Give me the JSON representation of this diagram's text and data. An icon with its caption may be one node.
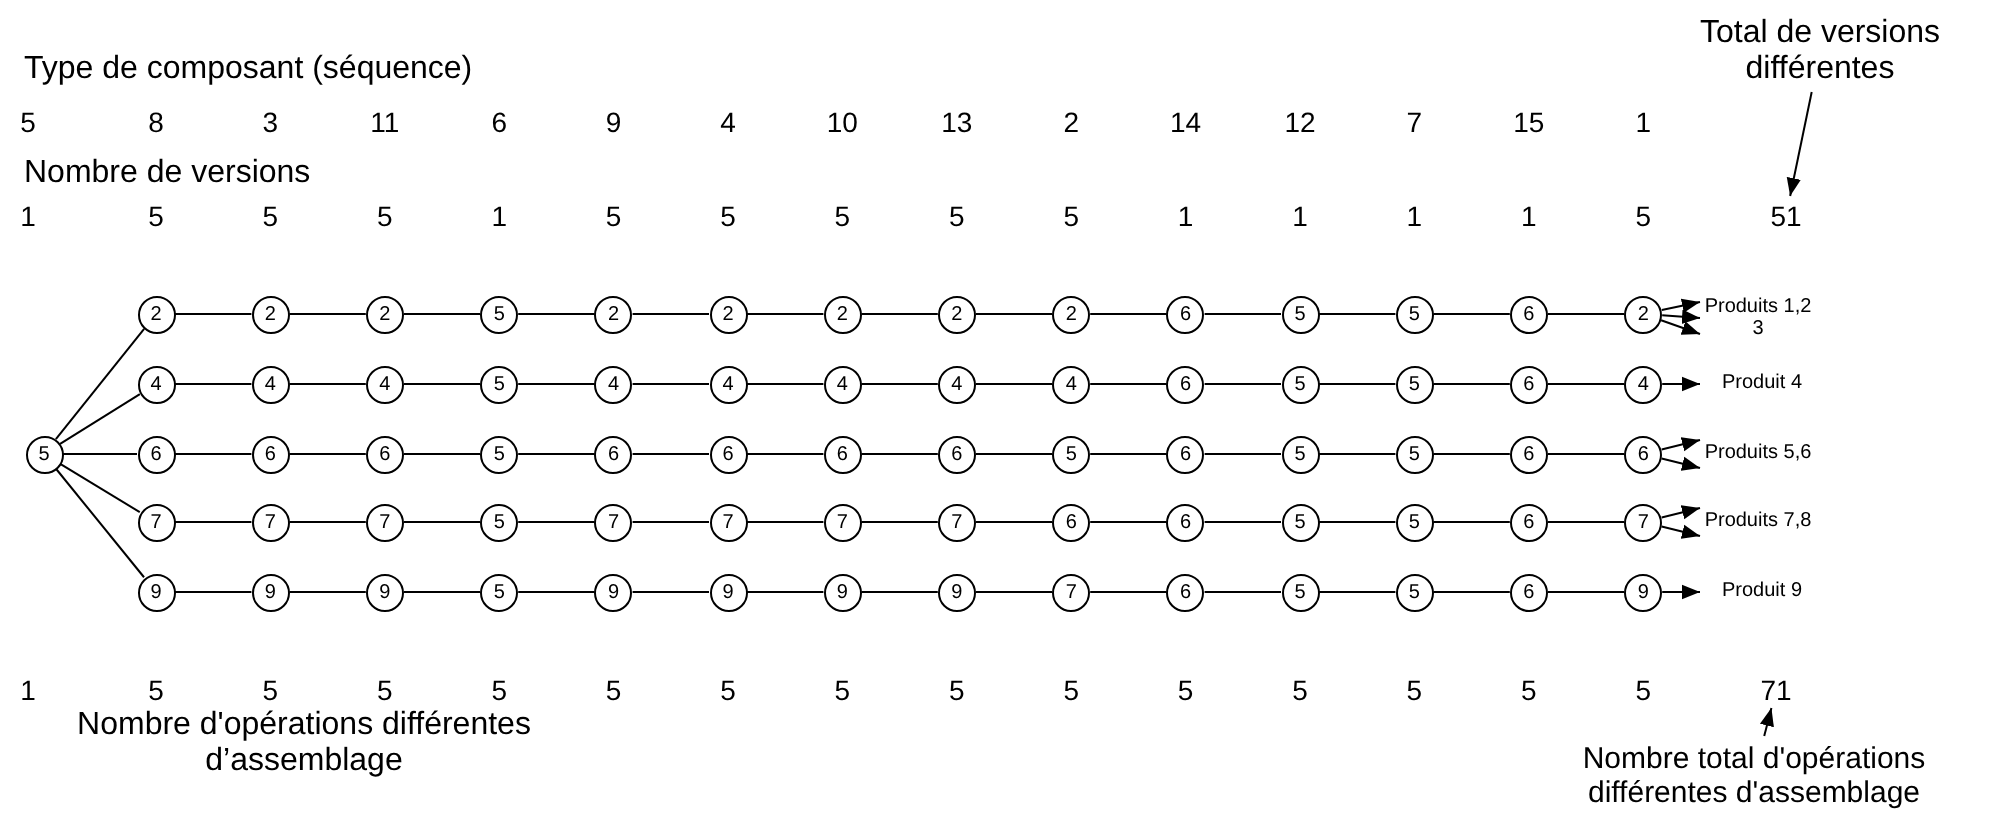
{
  "diagram": {
    "nodes": [
      {
        "text": [
          "5"
        ]
      },
      {
        "text": [
          "2"
        ]
      },
      {
        "text": [
          "2"
        ]
      },
      {
        "text": [
          "2"
        ]
      },
      {
        "text": [
          "5"
        ]
      },
      {
        "text": [
          "2"
        ]
      },
      {
        "text": [
          "2"
        ]
      },
      {
        "text": [
          "2"
        ]
      },
      {
        "text": [
          "2"
        ]
      },
      {
        "text": [
          "2"
        ]
      },
      {
        "text": [
          "6"
        ]
      },
      {
        "text": [
          "5"
        ]
      },
      {
        "text": [
          "5"
        ]
      },
      {
        "text": [
          "6"
        ]
      },
      {
        "text": [
          "2"
        ]
      },
      {
        "text": [
          "4"
        ]
      },
      {
        "text": [
          "4"
        ]
      },
      {
        "text": [
          "4"
        ]
      },
      {
        "text": [
          "5"
        ]
      },
      {
        "text": [
          "4"
        ]
      },
      {
        "text": [
          "4"
        ]
      },
      {
        "text": [
          "4"
        ]
      },
      {
        "text": [
          "4"
        ]
      },
      {
        "text": [
          "4"
        ]
      },
      {
        "text": [
          "6"
        ]
      },
      {
        "text": [
          "5"
        ]
      },
      {
        "text": [
          "5"
        ]
      },
      {
        "text": [
          "6"
        ]
      },
      {
        "text": [
          "4"
        ]
      },
      {
        "text": [
          "6"
        ]
      },
      {
        "text": [
          "6"
        ]
      },
      {
        "text": [
          "6"
        ]
      },
      {
        "text": [
          "5"
        ]
      },
      {
        "text": [
          "6"
        ]
      },
      {
        "text": [
          "6"
        ]
      },
      {
        "text": [
          "6"
        ]
      },
      {
        "text": [
          "6"
        ]
      },
      {
        "text": [
          "5"
        ]
      },
      {
        "text": [
          "6"
        ]
      },
      {
        "text": [
          "5"
        ]
      },
      {
        "text": [
          "5"
        ]
      },
      {
        "text": [
          "6"
        ]
      },
      {
        "text": [
          "6"
        ]
      },
      {
        "text": [
          "7"
        ]
      },
      {
        "text": [
          "7"
        ]
      },
      {
        "text": [
          "7"
        ]
      },
      {
        "text": [
          "5"
        ]
      },
      {
        "text": [
          "7"
        ]
      },
      {
        "text": [
          "7"
        ]
      },
      {
        "text": [
          "7"
        ]
      },
      {
        "text": [
          "7"
        ]
      },
      {
        "text": [
          "6"
        ]
      },
      {
        "text": [
          "6"
        ]
      },
      {
        "text": [
          "5"
        ]
      },
      {
        "text": [
          "5"
        ]
      },
      {
        "text": [
          "6"
        ]
      },
      {
        "text": [
          "7"
        ]
      },
      {
        "text": [
          "9"
        ]
      },
      {
        "text": [
          "9"
        ]
      },
      {
        "text": [
          "9"
        ]
      },
      {
        "text": [
          "5"
        ]
      },
      {
        "text": [
          "9"
        ]
      },
      {
        "text": [
          "9"
        ]
      },
      {
        "text": [
          "9"
        ]
      },
      {
        "text": [
          "9"
        ]
      },
      {
        "text": [
          "7"
        ]
      },
      {
        "text": [
          "6"
        ]
      },
      {
        "text": [
          "5"
        ]
      },
      {
        "text": [
          "5"
        ]
      },
      {
        "text": [
          "6"
        ]
      },
      {
        "text": [
          "9"
        ]
      },
      {
        "text": [
          "Produits 1,2 3"
        ]
      },
      {
        "text": [
          "Produit 4"
        ]
      },
      {
        "text": [
          "Produits 5,6"
        ]
      },
      {
        "text": [
          "Produits 7,8"
        ]
      },
      {
        "text": [
          "Produit 9"
        ]
      },
      {
        "text": [
          "Total de versions différentes"
        ]
      },
      {
        "text": [
          "51"
        ]
      },
      {
        "text": [
          "71"
        ]
      },
      {
        "text": [
          "Nombre total d'opérations différentes d'assemblage"
        ]
      }
    ],
    "edges": [
      {
        "from": 0,
        "to": 1,
        "arrow": "none"
      },
      {
        "from": 0,
        "to": 15,
        "arrow": "none"
      },
      {
        "from": 0,
        "to": 29,
        "arrow": "none"
      },
      {
        "from": 0,
        "to": 43,
        "arrow": "none"
      },
      {
        "from": 0,
        "to": 57,
        "arrow": "none"
      },
      {
        "from": 1,
        "to": 2,
        "arrow": "none"
      },
      {
        "from": 2,
        "to": 3,
        "arrow": "none"
      },
      {
        "from": 3,
        "to": 4,
        "arrow": "none"
      },
      {
        "from": 4,
        "to": 5,
        "arrow": "none"
      },
      {
        "from": 5,
        "to": 6,
        "arrow": "none"
      },
      {
        "from": 6,
        "to": 7,
        "arrow": "none"
      },
      {
        "from": 7,
        "to": 8,
        "arrow": "none"
      },
      {
        "from": 8,
        "to": 9,
        "arrow": "none"
      },
      {
        "from": 9,
        "to": 10,
        "arrow": "none"
      },
      {
        "from": 10,
        "to": 11,
        "arrow": "none"
      },
      {
        "from": 11,
        "to": 12,
        "arrow": "none"
      },
      {
        "from": 12,
        "to": 13,
        "arrow": "none"
      },
      {
        "from": 13,
        "to": 14,
        "arrow": "none"
      },
      {
        "from": 15,
        "to": 16,
        "arrow": "none"
      },
      {
        "from": 16,
        "to": 17,
        "arrow": "none"
      },
      {
        "from": 17,
        "to": 18,
        "arrow": "none"
      },
      {
        "from": 18,
        "to": 19,
        "arrow": "none"
      },
      {
        "from": 19,
        "to": 20,
        "arrow": "none"
      },
      {
        "from": 20,
        "to": 21,
        "arrow": "none"
      },
      {
        "from": 21,
        "to": 22,
        "arrow": "none"
      },
      {
        "from": 22,
        "to": 23,
        "arrow": "none"
      },
      {
        "from": 23,
        "to": 24,
        "arrow": "none"
      },
      {
        "from": 24,
        "to": 25,
        "arrow": "none"
      },
      {
        "from": 25,
        "to": 26,
        "arrow": "none"
      },
      {
        "from": 26,
        "to": 27,
        "arrow": "none"
      },
      {
        "from": 27,
        "to": 28,
        "arrow": "none"
      },
      {
        "from": 29,
        "to": 30,
        "arrow": "none"
      },
      {
        "from": 30,
        "to": 31,
        "arrow": "none"
      },
      {
        "from": 31,
        "to": 32,
        "arrow": "none"
      },
      {
        "from": 32,
        "to": 33,
        "arrow": "none"
      },
      {
        "from": 33,
        "to": 34,
        "arrow": "none"
      },
      {
        "from": 34,
        "to": 35,
        "arrow": "none"
      },
      {
        "from": 35,
        "to": 36,
        "arrow": "none"
      },
      {
        "from": 36,
        "to": 37,
        "arrow": "none"
      },
      {
        "from": 37,
        "to": 38,
        "arrow": "none"
      },
      {
        "from": 38,
        "to": 39,
        "arrow": "none"
      },
      {
        "from": 39,
        "to": 40,
        "arrow": "none"
      },
      {
        "from": 40,
        "to": 41,
        "arrow": "none"
      },
      {
        "from": 41,
        "to": 42,
        "arrow": "none"
      },
      {
        "from": 43,
        "to": 44,
        "arrow": "none"
      },
      {
        "from": 44,
        "to": 45,
        "arrow": "none"
      },
      {
        "from": 45,
        "to": 46,
        "arrow": "none"
      },
      {
        "from": 46,
        "to": 47,
        "arrow": "none"
      },
      {
        "from": 47,
        "to": 48,
        "arrow": "none"
      },
      {
        "from": 48,
        "to": 49,
        "arrow": "none"
      },
      {
        "from": 49,
        "to": 50,
        "arrow": "none"
      },
      {
        "from": 50,
        "to": 51,
        "arrow": "none"
      },
      {
        "from": 51,
        "to": 52,
        "arrow": "none"
      },
      {
        "from": 52,
        "to": 53,
        "arrow": "none"
      },
      {
        "from": 53,
        "to": 54,
        "arrow": "none"
      },
      {
        "from": 54,
        "to": 55,
        "arrow": "none"
      },
      {
        "from": 55,
        "to": 56,
        "arrow": "none"
      },
      {
        "from": 57,
        "to": 58,
        "arrow": "none"
      },
      {
        "from": 58,
        "to": 59,
        "arrow": "none"
      },
      {
        "from": 59,
        "to": 60,
        "arrow": "none"
      },
      {
        "from": 60,
        "to": 61,
        "arrow": "none"
      },
      {
        "from": 61,
        "to": 62,
        "arrow": "none"
      },
      {
        "from": 62,
        "to": 63,
        "arrow": "none"
      },
      {
        "from": 63,
        "to": 64,
        "arrow": "none"
      },
      {
        "from": 64,
        "to": 65,
        "arrow": "none"
      },
      {
        "from": 65,
        "to": 66,
        "arrow": "none"
      },
      {
        "from": 66,
        "to": 67,
        "arrow": "none"
      },
      {
        "from": 67,
        "to": 68,
        "arrow": "none"
      },
      {
        "from": 68,
        "to": 69,
        "arrow": "none"
      },
      {
        "from": 69,
        "to": 70,
        "arrow": "none"
      },
      {
        "from": 14,
        "to": 71,
        "arrow": "to"
      },
      {
        "from": 14,
        "to": 71,
        "arrow": "to"
      },
      {
        "from": 14,
        "to": 71,
        "arrow": "to"
      },
      {
        "from": 28,
        "to": 72,
        "arrow": "to"
      },
      {
        "from": 42,
        "to": 73,
        "arrow": "to"
      },
      {
        "from": 42,
        "to": 73,
        "arrow": "to"
      },
      {
        "from": 56,
        "to": 74,
        "arrow": "to"
      },
      {
        "from": 56,
        "to": 74,
        "arrow": "to"
      },
      {
        "from": 70,
        "to": 75,
        "arrow": "to"
      },
      {
        "from": 76,
        "to": 77,
        "arrow": "to"
      },
      {
        "from": 79,
        "to": 78,
        "arrow": "to"
      }
    ],
    "labels": [
      "Type de composant (séquence)",
      "5",
      "8",
      "3",
      "11",
      "6",
      "9",
      "4",
      "10",
      "13",
      "2",
      "14",
      "12",
      "7",
      "15",
      "1",
      "Nombre de versions",
      "1",
      "5",
      "5",
      "5",
      "1",
      "5",
      "5",
      "5",
      "5",
      "5",
      "1",
      "1",
      "1",
      "1",
      "5",
      "1",
      "5",
      "5",
      "5",
      "5",
      "5",
      "5",
      "5",
      "5",
      "5",
      "5",
      "5",
      "5",
      "5",
      "5",
      "Nombre d'opérations différentes d’assemblage"
    ]
  }
}
